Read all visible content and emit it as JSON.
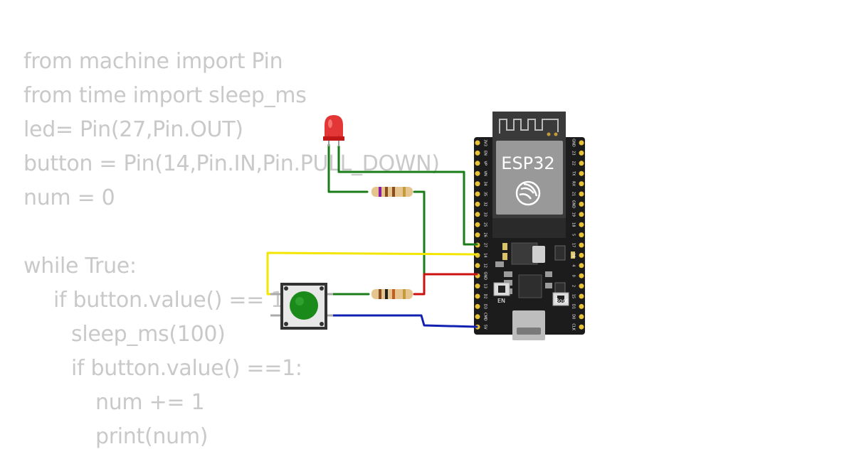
{
  "code": {
    "lines": [
      "from machine import Pin",
      "from time import sleep_ms",
      "led= Pin(27,Pin.OUT)",
      "button = Pin(14,Pin.IN,Pin.PULL_DOWN)",
      "num = 0",
      "",
      "while True:",
      "if button.value() == 1:",
      "sleep_ms(100)",
      "if button.value() ==1:",
      "num += 1",
      "print(num)"
    ],
    "text_color": "#c9c9c9"
  },
  "board": {
    "label": "ESP32",
    "left_pins": [
      "3V3",
      "EN",
      "VP",
      "VN",
      "34",
      "35",
      "32",
      "33",
      "25",
      "26",
      "27",
      "14",
      "12",
      "GND",
      "13",
      "D2",
      "D3",
      "CMD",
      "5V"
    ],
    "right_pins": [
      "GND",
      "23",
      "22",
      "TX",
      "RX",
      "21",
      "GND",
      "19",
      "18",
      "5",
      "17",
      "16",
      "4",
      "0",
      "2",
      "15",
      "D1",
      "D0",
      "CLK"
    ],
    "en_label": "EN",
    "boot_label": "Boot"
  },
  "wires": {
    "green": "#1a7d1a",
    "yellow": "#f2e600",
    "red": "#cc1111",
    "blue": "#1020b0"
  },
  "components": {
    "led_color": "#e02020",
    "button_color": "#1a8a1a"
  }
}
